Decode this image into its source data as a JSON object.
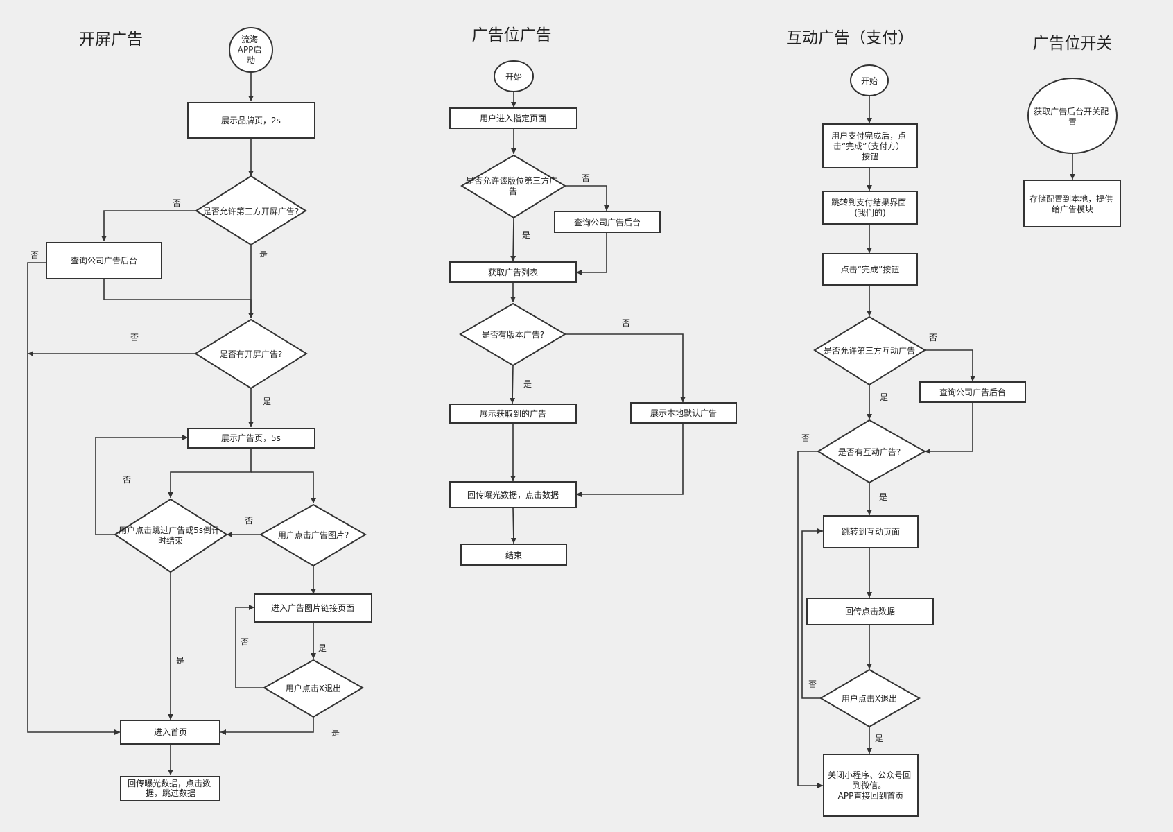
{
  "titles": {
    "splash": "开屏广告",
    "slot": "广告位广告",
    "interactive": "互动广告（支付）",
    "switch": "广告位开关"
  },
  "splash": {
    "launch": [
      "流海",
      "APP启",
      "动"
    ],
    "brand": "展示品牌页，2s",
    "allow_third": "是否允许第三方开屏广告?",
    "query_backend": "查询公司广告后台",
    "has_ad": "是否有开屏广告?",
    "show_ad": "展示广告页，5s",
    "skip_or_timeout": [
      "用户点击跳过广告或5s倒计",
      "时结束"
    ],
    "click_image": "用户点击广告图片?",
    "enter_link": "进入广告图片链接页面",
    "click_x": "用户点击X退出",
    "home": "进入首页",
    "report": [
      "回传曝光数据，点击数",
      "据，跳过数据"
    ]
  },
  "slot": {
    "start": "开始",
    "enter_page": "用户进入指定页面",
    "allow_third": [
      "是否允许该版位第三方广",
      "告"
    ],
    "query_backend": "查询公司广告后台",
    "get_list": "获取广告列表",
    "has_version": "是否有版本广告?",
    "show_fetched": "展示获取到的广告",
    "show_default": "展示本地默认广告",
    "report": "回传曝光数据，点击数据",
    "end": "结束"
  },
  "interactive": {
    "start": "开始",
    "pay_done": [
      "用户支付完成后，点",
      "击“完成”（支付方）",
      "按钮"
    ],
    "result_page": [
      "跳转到支付结果界面",
      "(我们的)"
    ],
    "click_done": "点击“完成”按钮",
    "allow_third": "是否允许第三方互动广告",
    "query_backend": "查询公司广告后台",
    "has_ad": "是否有互动广告?",
    "goto_page": "跳转到互动页面",
    "report": "回传点击数据",
    "click_x": "用户点击X退出",
    "close": [
      "关闭小程序、公众号回",
      "到微信。",
      "APP直接回到首页"
    ]
  },
  "switch": {
    "fetch": [
      "获取广告后台开关配",
      "置"
    ],
    "store": [
      "存储配置到本地，提供",
      "给广告模块"
    ]
  },
  "labels": {
    "yes": "是",
    "no": "否"
  }
}
